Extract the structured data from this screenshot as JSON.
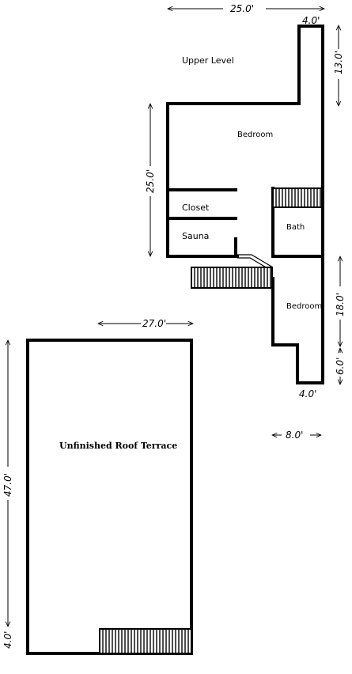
{
  "upper_level": {
    "title": "Upper Level",
    "rooms": {
      "bedroom_top": "Bedroom",
      "closet": "Closet",
      "sauna": "Sauna",
      "bath": "Bath",
      "bedroom_bottom": "Bedroom"
    },
    "dimensions": {
      "top_width": "25.0'",
      "top_right_small": "4.0'",
      "right_upper": "13.0'",
      "left_height": "25.0'",
      "right_lower": "18.0'",
      "right_bottom": "6.0'",
      "bottom_small": "4.0'",
      "bottom_width": "8.0'"
    }
  },
  "roof_terrace": {
    "title": "Unfinished Roof Terrace",
    "dimensions": {
      "width": "27.0'",
      "height": "47.0'",
      "stair_depth": "4.0'"
    }
  }
}
